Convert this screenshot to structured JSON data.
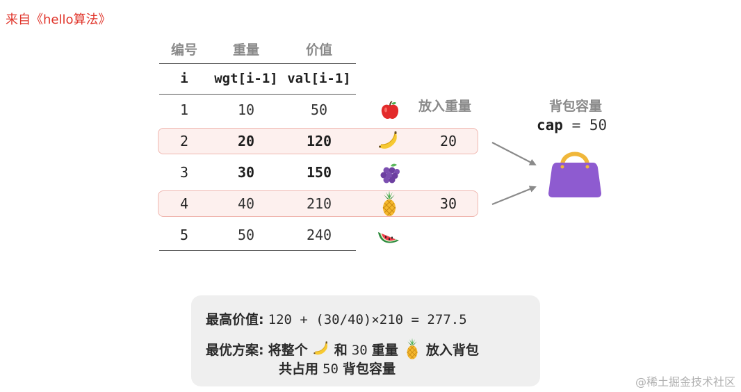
{
  "source_label": "来自《hello算法》",
  "table": {
    "headers": [
      "编号",
      "重量",
      "价值"
    ],
    "subheaders": [
      "i",
      "wgt[i-1]",
      "val[i-1]"
    ],
    "rows": [
      {
        "i": "1",
        "wgt": "10",
        "val": "50",
        "fruit": "apple-icon",
        "selected": false,
        "put": ""
      },
      {
        "i": "2",
        "wgt": "20",
        "val": "120",
        "fruit": "banana-icon",
        "selected": true,
        "put": "20"
      },
      {
        "i": "3",
        "wgt": "30",
        "val": "150",
        "fruit": "grapes-icon",
        "selected": false,
        "put": ""
      },
      {
        "i": "4",
        "wgt": "40",
        "val": "210",
        "fruit": "pineapple-icon",
        "selected": true,
        "put": "30"
      },
      {
        "i": "5",
        "wgt": "50",
        "val": "240",
        "fruit": "watermelon-icon",
        "selected": false,
        "put": ""
      }
    ],
    "highlight_color": "#fdf0ee"
  },
  "put_weight_label": "放入重量",
  "knapsack": {
    "title": "背包容量",
    "cap_key": "cap",
    "cap_eq": "= 50",
    "icon": "handbag-icon",
    "color": "#8e5bd0"
  },
  "summary": {
    "max_label": "最高价值:",
    "max_expr": "120 + (30/40)×210 = 277.5",
    "plan_label": "最优方案:",
    "plan_part1": "将整个",
    "plan_part2": "和",
    "plan_amount": "30",
    "plan_part3": "重量",
    "plan_part4": "放入背包",
    "plan_line2_a": "共占用",
    "plan_line2_num": "50",
    "plan_line2_b": "背包容量"
  },
  "watermark": "@稀土掘金技术社区"
}
